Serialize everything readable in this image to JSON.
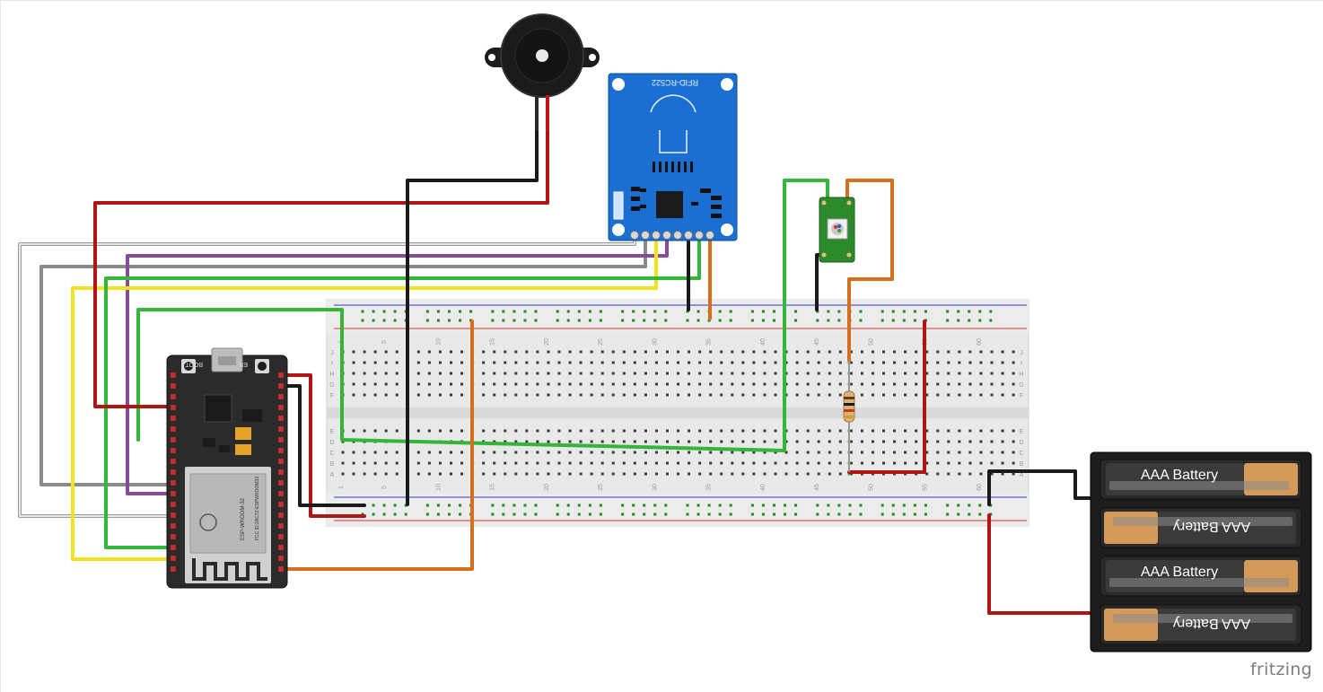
{
  "rfid": {
    "label": "RFID-RC522"
  },
  "battery": {
    "cells": [
      "AAA Battery",
      "AAA Battery",
      "AAA Battery",
      "AAA Battery"
    ]
  },
  "esp32": {
    "chip_label": "ESP-WROOM-32",
    "boot": "BOOT",
    "en": "EN",
    "fcc": "FCC ID:2AC7Z-ESPWROOM32"
  },
  "breadboard": {
    "column_numbers": [
      "1",
      "5",
      "10",
      "15",
      "20",
      "25",
      "30",
      "35",
      "40",
      "45",
      "50",
      "55",
      "60"
    ],
    "row_letters_top": [
      "J",
      "I",
      "H",
      "G",
      "F"
    ],
    "row_letters_bottom": [
      "E",
      "D",
      "C",
      "B",
      "A"
    ]
  },
  "watermark": "fritzing",
  "colors": {
    "wire_red": "#b01515",
    "wire_black": "#1a1a1a",
    "wire_green": "#35b53a",
    "wire_yellow": "#f2e41a",
    "wire_gray": "#8a8a8a",
    "wire_white": "#d7d7d7",
    "wire_purple": "#8a4a9a",
    "wire_orange": "#d36f1e",
    "rfid_board": "#1a6fd1",
    "led_board": "#2c8a2c",
    "esp_board": "#2b2b2b"
  }
}
